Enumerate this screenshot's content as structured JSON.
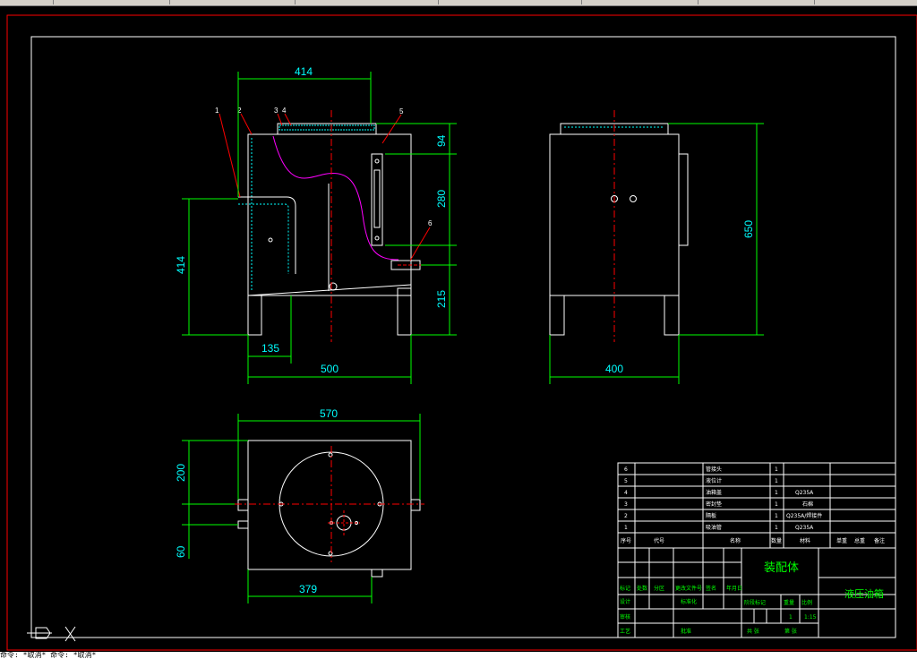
{
  "app": {
    "colors": {
      "background": "#000000",
      "geometry": "#ffffff",
      "dimension": "#00ff00",
      "dimension_text": "#00ffff",
      "centerline": "#ff0000",
      "hidden": "#ff00ff",
      "frame_outer": "#ff0000"
    }
  },
  "drawing": {
    "front_view": {
      "dims": {
        "top_width": "414",
        "left_height": "414",
        "leg": "135",
        "bottom_width": "500",
        "right_94": "94",
        "right_280": "280",
        "right_215": "215"
      },
      "part_labels": [
        "1",
        "2",
        "3",
        "4",
        "5",
        "6"
      ]
    },
    "side_view": {
      "dims": {
        "height": "650",
        "width": "400"
      }
    },
    "top_view": {
      "dims": {
        "width": "570",
        "left_200": "200",
        "left_60": "60",
        "bottom": "379"
      }
    }
  },
  "title_block": {
    "parts": [
      {
        "no": "6",
        "name": "管接头",
        "qty": "1",
        "material": ""
      },
      {
        "no": "5",
        "name": "液位计",
        "qty": "1",
        "material": ""
      },
      {
        "no": "4",
        "name": "油箱盖",
        "qty": "1",
        "material": "Q235A"
      },
      {
        "no": "3",
        "name": "密封垫",
        "qty": "1",
        "material": "石棉"
      },
      {
        "no": "2",
        "name": "隔板",
        "qty": "1",
        "material": "Q235A/焊接件"
      },
      {
        "no": "1",
        "name": "吸油管",
        "qty": "1",
        "material": "Q235A"
      }
    ],
    "header": [
      "序号",
      "代号",
      "名称",
      "数量",
      "材料",
      "单重",
      "总重",
      "备注"
    ],
    "assembly_title": "装配体",
    "drawing_name": "液压油箱",
    "scale": "1:15",
    "quantity": "1",
    "labels": {
      "stage": "阶段标记",
      "weight": "重量",
      "ratio": "比例",
      "sheet": "共 张",
      "page": "第 张",
      "design": "设计",
      "check": "审核",
      "process": "工艺",
      "mark": "标记",
      "count": "处数",
      "zone": "分区",
      "change": "更改文件号",
      "sign": "签名",
      "date": "年月日",
      "standard": "标准化",
      "approve": "批准"
    }
  },
  "command_line": {
    "text": "命令: *取消*  命令: *取消*"
  }
}
